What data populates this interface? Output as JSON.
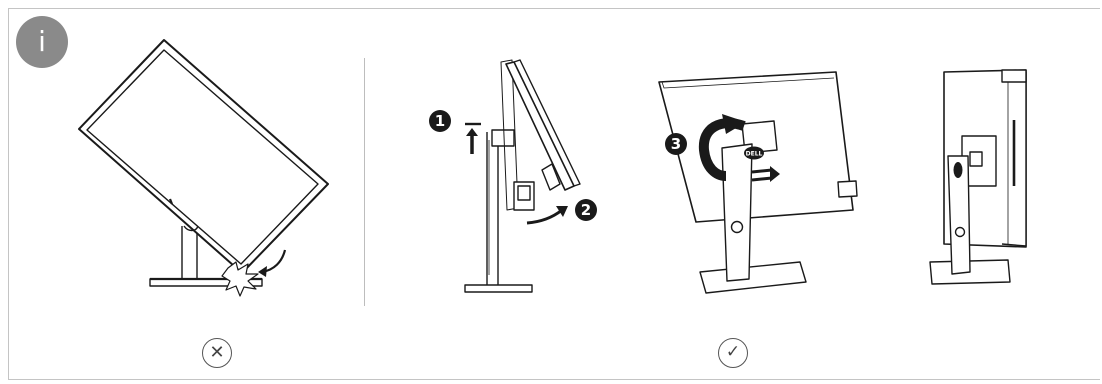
{
  "info_icon": {
    "name": "info-icon",
    "glyph": "i",
    "bg_color": "#8a8a8a"
  },
  "steps": [
    "1",
    "2",
    "3"
  ],
  "logo_text": "DELL",
  "status_wrong": {
    "name": "cross-mark-icon",
    "glyph": "✕"
  },
  "status_correct": {
    "name": "check-mark-icon",
    "glyph": "✓"
  },
  "colors": {
    "line": "#1a1a1a",
    "frame": "#c4c4c4"
  }
}
